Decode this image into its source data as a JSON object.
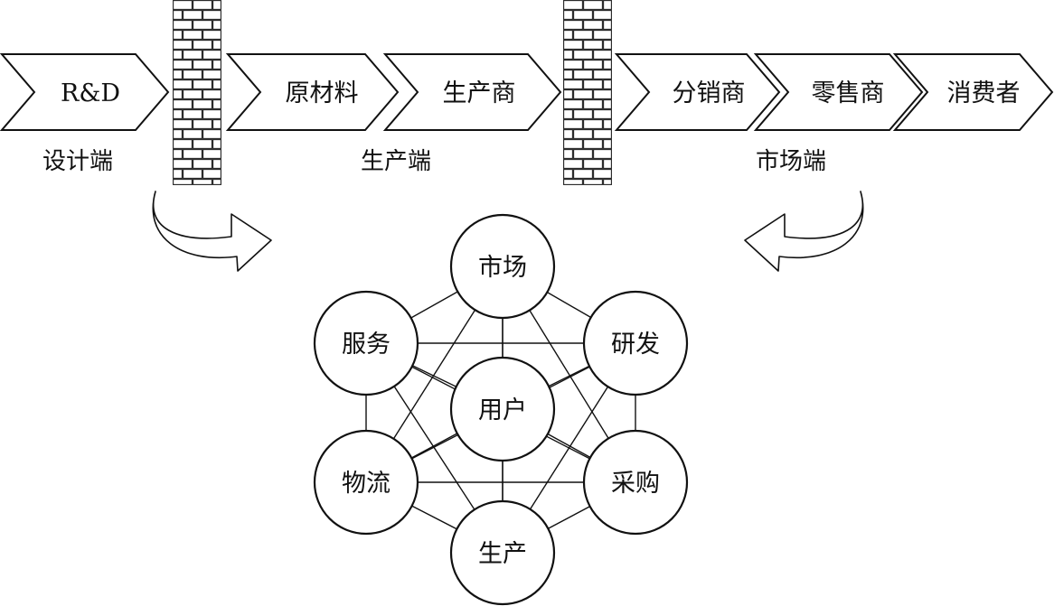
{
  "chain": {
    "stages": [
      {
        "id": "rd",
        "label": "R&D"
      },
      {
        "id": "raw-material",
        "label": "原材料"
      },
      {
        "id": "producer",
        "label": "生产商"
      },
      {
        "id": "distributor",
        "label": "分销商"
      },
      {
        "id": "retailer",
        "label": "零售商"
      },
      {
        "id": "consumer",
        "label": "消费者"
      }
    ],
    "zones": {
      "design": "设计端",
      "production": "生产端",
      "market": "市场端"
    }
  },
  "network": {
    "center": "用户",
    "nodes": [
      {
        "id": "market",
        "label": "市场"
      },
      {
        "id": "rnd",
        "label": "研发"
      },
      {
        "id": "purchasing",
        "label": "采购"
      },
      {
        "id": "production",
        "label": "生产"
      },
      {
        "id": "logistics",
        "label": "物流"
      },
      {
        "id": "service",
        "label": "服务"
      }
    ]
  },
  "icons": {
    "walls": "brick-wall-icon",
    "arrows": "curved-arrow-icon"
  }
}
